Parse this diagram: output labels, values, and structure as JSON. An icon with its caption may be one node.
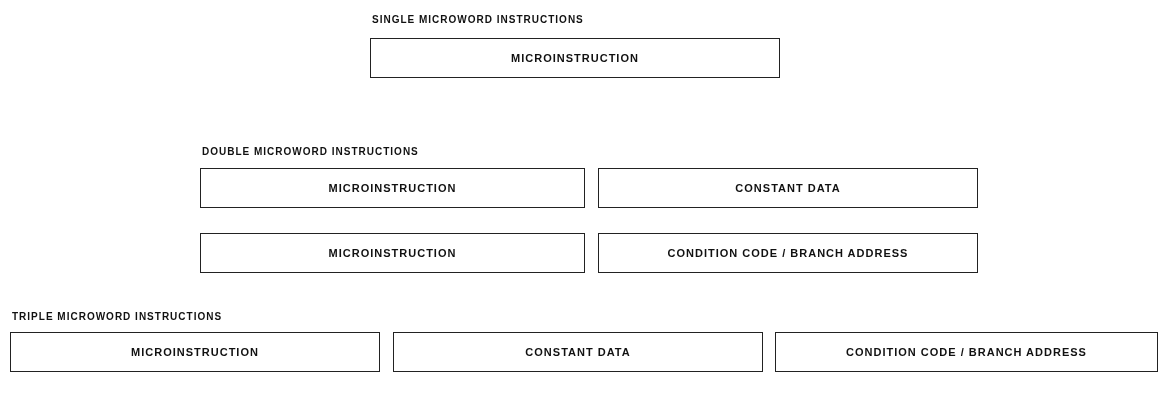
{
  "diagram": {
    "nodes": [
      {
        "text": [
          "MICROINSTRUCTION"
        ]
      },
      {
        "text": [
          "MICROINSTRUCTION"
        ]
      },
      {
        "text": [
          "CONSTANT DATA"
        ]
      },
      {
        "text": [
          "MICROINSTRUCTION"
        ]
      },
      {
        "text": [
          "CONDITION CODE / BRANCH ADDRESS"
        ]
      },
      {
        "text": [
          "MICROINSTRUCTION"
        ]
      },
      {
        "text": [
          "CONSTANT DATA"
        ]
      },
      {
        "text": [
          "CONDITION CODE / BRANCH ADDRESS"
        ]
      }
    ],
    "labels": [
      "SINGLE MICROWORD INSTRUCTIONS",
      "DOUBLE MICROWORD INSTRUCTIONS",
      "TRIPLE MICROWORD INSTRUCTIONS"
    ]
  }
}
